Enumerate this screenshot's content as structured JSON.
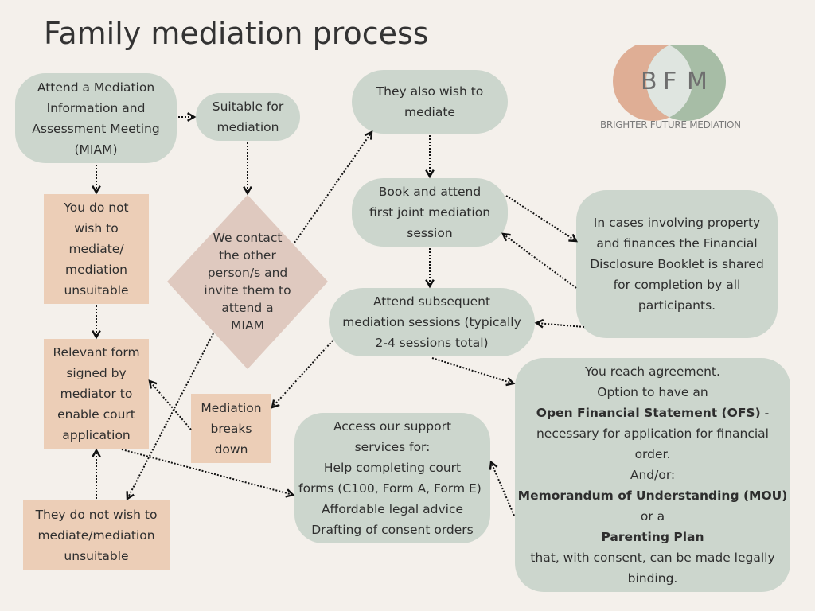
{
  "title": "Family mediation process",
  "logo": {
    "letters": [
      "B",
      "F",
      "M"
    ],
    "caption": "BRIGHTER FUTURE MEDIATION",
    "colors": {
      "left": "#dfae95",
      "right": "#a7bda6",
      "overlap": "#dfe5e0",
      "letters": "#6e6e6e"
    }
  },
  "colors": {
    "background": "#f4f0eb",
    "green_node": "#ccd6cd",
    "peach_node": "#ecceb7",
    "diamond": "#dfc9bf"
  },
  "nodes": {
    "miam": [
      "Attend a Mediation",
      "Information and",
      "Assessment Meeting",
      "(MIAM)"
    ],
    "suitable": [
      "Suitable for",
      "mediation"
    ],
    "also_wish": [
      "They also wish to",
      "mediate"
    ],
    "book_attend": [
      "Book and attend",
      "first joint mediation",
      "session"
    ],
    "financial_disclosure": [
      "In cases involving property",
      "and finances the Financial",
      "Disclosure Booklet is shared",
      "for completion by all",
      "participants."
    ],
    "you_do_not_wish": [
      "You do not",
      "wish to",
      "mediate/",
      "mediation",
      "unsuitable"
    ],
    "we_contact": [
      "We contact",
      "the other",
      "person/s and",
      "invite them to",
      "attend a",
      "MIAM"
    ],
    "subsequent": [
      "Attend subsequent",
      "mediation sessions (typically",
      "2-4 sessions total)"
    ],
    "relevant_form": [
      "Relevant form",
      "signed by",
      "mediator to",
      "enable court",
      "application"
    ],
    "breaks_down": [
      "Mediation",
      "breaks",
      "down"
    ],
    "support": [
      "Access our support",
      "services for:",
      "Help completing court",
      "forms (C100, Form A, Form E)",
      "Affordable legal advice",
      "Drafting of consent orders"
    ],
    "agreement": {
      "line1": "You reach agreement.",
      "line2": "Option to have an",
      "ofs_bold": "Open Financial Statement (OFS)",
      "ofs_suffix": " -",
      "line4": "necessary for application for financial",
      "line5": "order.",
      "line6": "And/or:",
      "mou_bold": "Memorandum of Understanding (MOU)",
      "line8": "or a",
      "plan_bold": "Parenting Plan",
      "line10": "that, with consent, can be made legally",
      "line11": "binding."
    },
    "they_do_not_wish": [
      "They do not wish to",
      "mediate/mediation",
      "unsuitable"
    ]
  }
}
